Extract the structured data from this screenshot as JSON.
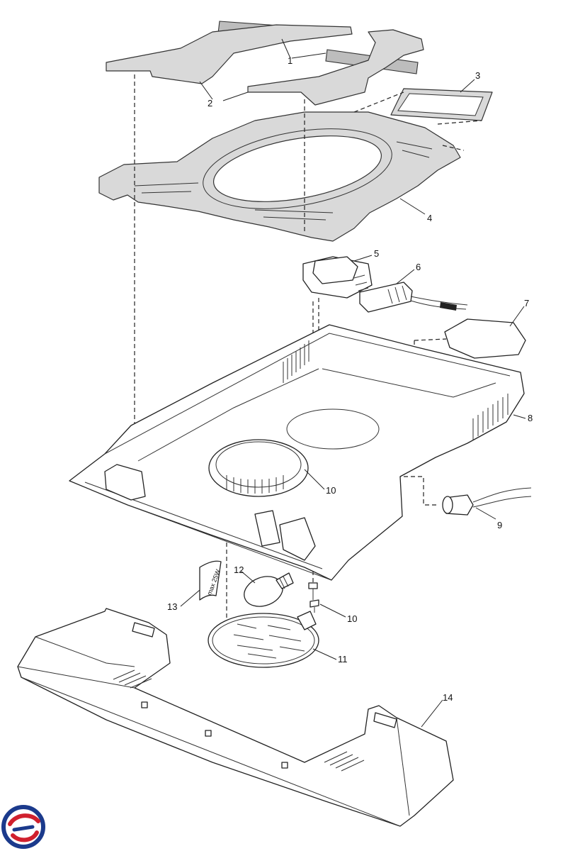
{
  "callouts": [
    {
      "id": "1",
      "label": "1"
    },
    {
      "id": "2",
      "label": "2"
    },
    {
      "id": "3",
      "label": "3"
    },
    {
      "id": "4",
      "label": "4"
    },
    {
      "id": "5",
      "label": "5"
    },
    {
      "id": "6",
      "label": "6"
    },
    {
      "id": "7",
      "label": "7"
    },
    {
      "id": "8",
      "label": "8"
    },
    {
      "id": "9",
      "label": "9"
    },
    {
      "id": "10a",
      "label": "10"
    },
    {
      "id": "10b",
      "label": "10"
    },
    {
      "id": "11",
      "label": "11"
    },
    {
      "id": "12",
      "label": "12"
    },
    {
      "id": "13",
      "label": "13"
    },
    {
      "id": "14",
      "label": "14"
    }
  ],
  "bulb_label": "max 25W",
  "colors": {
    "logo_blue": "#1b3a8c",
    "logo_red": "#d0202e",
    "foam": "#d9d9d9",
    "line": "#222222"
  }
}
